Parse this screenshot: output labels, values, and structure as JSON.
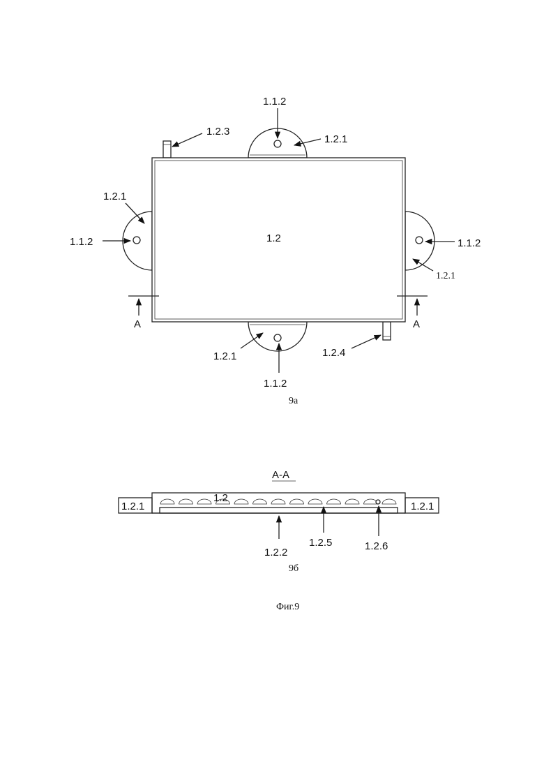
{
  "figure": {
    "caption": "Фиг.9",
    "top_view": {
      "sublabel": "9а",
      "center_label": "1.2",
      "labels": {
        "hole_top": "1.1.2",
        "ear_top": "1.2.1",
        "pin_top": "1.2.3",
        "ear_left": "1.2.1",
        "hole_left": "1.1.2",
        "hole_right": "1.1.2",
        "ear_right": "1.2.1",
        "section_left": "A",
        "section_right": "A",
        "ear_bottom": "1.2.1",
        "hole_bottom": "1.1.2",
        "pin_bottom": "1.2.4"
      }
    },
    "section_view": {
      "title": "А-А",
      "sublabel": "9б",
      "labels": {
        "body": "1.2",
        "ear_left": "1.2.1",
        "ear_right": "1.2.1",
        "bottom": "1.2.2",
        "cavity": "1.2.5",
        "hole": "1.2.6"
      }
    }
  }
}
